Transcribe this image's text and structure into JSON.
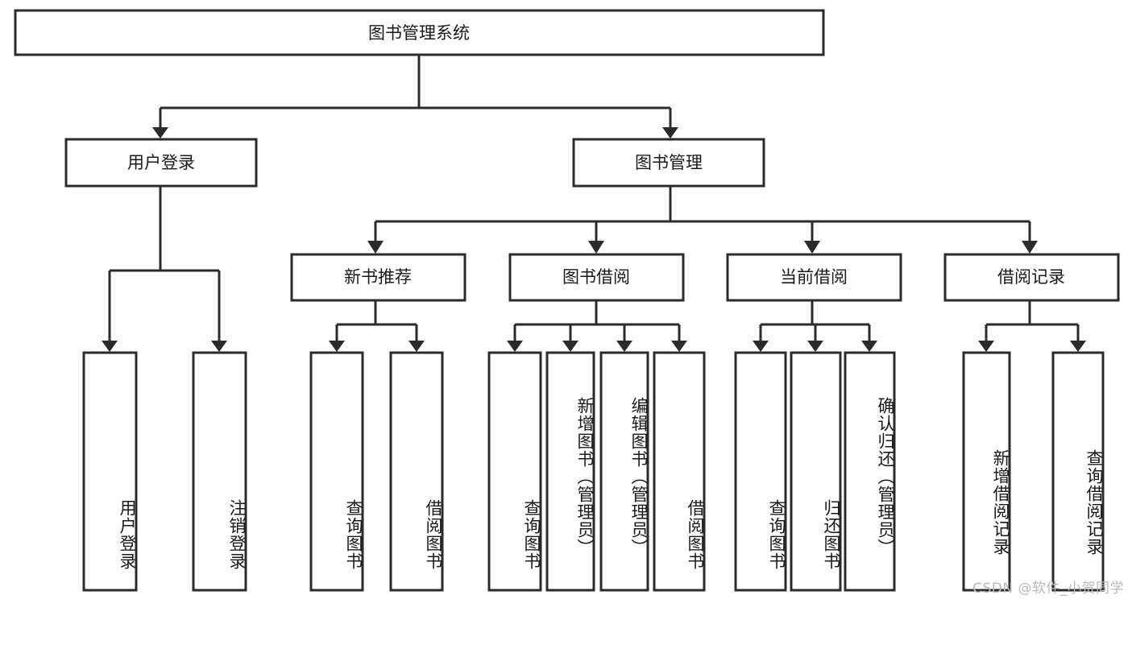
{
  "diagram": {
    "type": "tree",
    "title": "图书管理系统",
    "orientation": "top-down",
    "background_color": "#ffffff",
    "box_stroke_color": "#2b2b2b",
    "box_fill_color": "#ffffff",
    "text_color": "#1a1a1a",
    "root": {
      "id": "root",
      "label": "图书管理系统",
      "level": 1,
      "text_orientation": "horizontal"
    },
    "level2": [
      {
        "id": "user-login",
        "label": "用户登录",
        "level": 2,
        "text_orientation": "horizontal"
      },
      {
        "id": "book-manage",
        "label": "图书管理",
        "level": 2,
        "text_orientation": "horizontal"
      }
    ],
    "level3": [
      {
        "id": "new-book-rec",
        "label": "新书推荐",
        "level": 3,
        "parent": "book-manage",
        "text_orientation": "horizontal"
      },
      {
        "id": "book-borrow",
        "label": "图书借阅",
        "level": 3,
        "parent": "book-manage",
        "text_orientation": "horizontal"
      },
      {
        "id": "current-borrow",
        "label": "当前借阅",
        "level": 3,
        "parent": "book-manage",
        "text_orientation": "horizontal"
      },
      {
        "id": "borrow-record",
        "label": "借阅记录",
        "level": 3,
        "parent": "book-manage",
        "text_orientation": "horizontal"
      }
    ],
    "leaves": [
      {
        "id": "leaf-user-login",
        "label": "用户登录",
        "parent": "user-login",
        "text_orientation": "vertical"
      },
      {
        "id": "leaf-user-logout",
        "label": "注销登录",
        "parent": "user-login",
        "text_orientation": "vertical"
      },
      {
        "id": "leaf-query-book-1",
        "label": "查询图书",
        "parent": "new-book-rec",
        "text_orientation": "vertical"
      },
      {
        "id": "leaf-borrow-book-1",
        "label": "借阅图书",
        "parent": "new-book-rec",
        "text_orientation": "vertical"
      },
      {
        "id": "leaf-query-book-2",
        "label": "查询图书",
        "parent": "book-borrow",
        "text_orientation": "vertical"
      },
      {
        "id": "leaf-add-book",
        "label": "新增图书（管理员）",
        "parent": "book-borrow",
        "text_orientation": "vertical"
      },
      {
        "id": "leaf-edit-book",
        "label": "编辑图书（管理员）",
        "parent": "book-borrow",
        "text_orientation": "vertical"
      },
      {
        "id": "leaf-borrow-book-2",
        "label": "借阅图书",
        "parent": "book-borrow",
        "text_orientation": "vertical"
      },
      {
        "id": "leaf-query-book-3",
        "label": "查询图书",
        "parent": "current-borrow",
        "text_orientation": "vertical"
      },
      {
        "id": "leaf-return-book",
        "label": "归还图书",
        "parent": "current-borrow",
        "text_orientation": "vertical"
      },
      {
        "id": "leaf-confirm-return",
        "label": "确认归还（管理员）",
        "parent": "current-borrow",
        "text_orientation": "vertical"
      },
      {
        "id": "leaf-add-record",
        "label": "新增借阅记录",
        "parent": "borrow-record",
        "text_orientation": "vertical"
      },
      {
        "id": "leaf-query-record",
        "label": "查询借阅记录",
        "parent": "borrow-record",
        "text_orientation": "vertical"
      }
    ]
  },
  "watermark": {
    "text": "CSDN @软件_小贺同学",
    "color": "#b9b9b9"
  }
}
